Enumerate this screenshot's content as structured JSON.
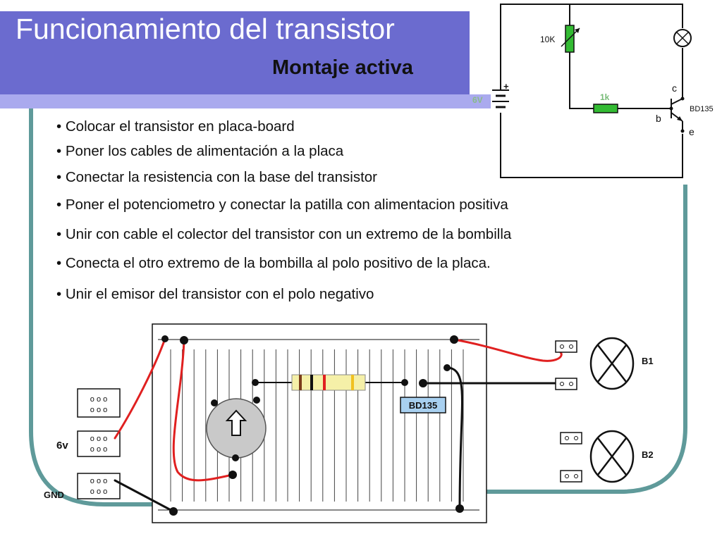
{
  "slide": {
    "title": "Funcionamiento del transistor",
    "subtitle": "Montaje activa"
  },
  "bullets": [
    "Colocar el transistor en placa-board",
    "Poner los cables de alimentación a la placa",
    "Conectar la resistencia con la base del transistor",
    "Poner el potenciometro y conectar la patilla con alimentacion positiva",
    "Unir con cable el colector del transistor con un extremo de la bombilla",
    "Conecta el otro extremo de la bombilla al polo positivo de la placa.",
    "Unir el emisor del transistor con el polo negativo"
  ],
  "schematic": {
    "pot_label": "10K",
    "battery_label": "6V",
    "battery_plus": "+",
    "resistor_label": "1k",
    "transistor_label": "BD135",
    "collector_label": "c",
    "base_label": "b",
    "emitter_label": "e"
  },
  "breadboard": {
    "transistor_tag": "BD135",
    "supply_label": "6v",
    "ground_label": "GND",
    "lamp1_label": "B1",
    "lamp2_label": "B2",
    "socket_glyph": "o o o"
  },
  "colors": {
    "title_band": "#6b6bcf",
    "frame": "#5f9a9a",
    "wire_red": "#e02020",
    "wire_black": "#111111",
    "resistor_green": "#33bb33",
    "resistor_body": "#f5f0a8",
    "tag_blue": "#a8d0f0"
  }
}
